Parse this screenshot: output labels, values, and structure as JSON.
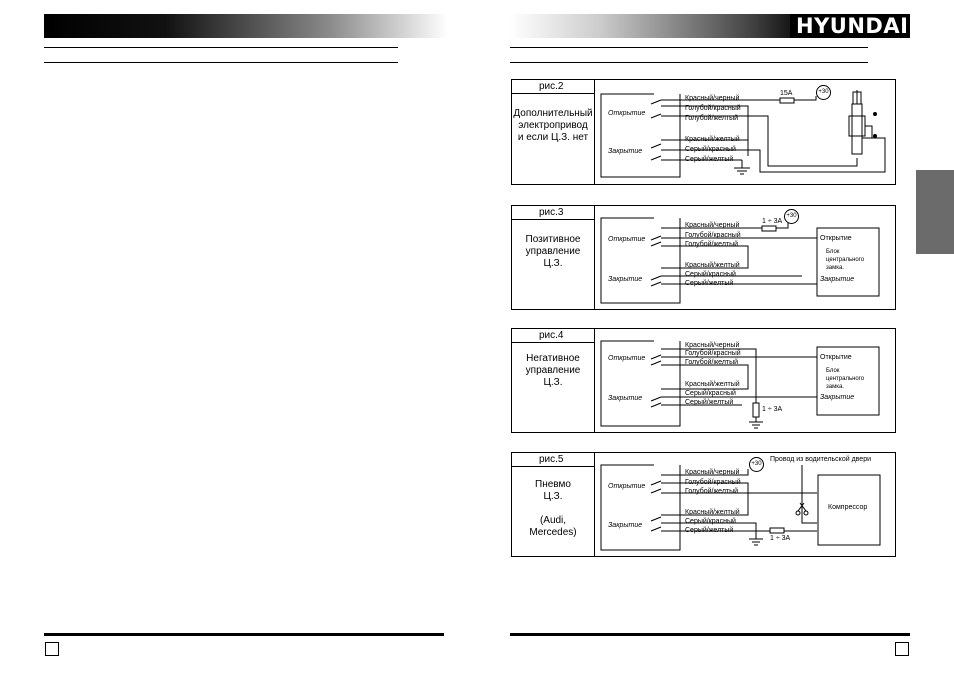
{
  "header": {
    "brand": "HYUNDAI"
  },
  "fig2": {
    "label": "рис.2",
    "desc": [
      "Дополнительный",
      "электропривод",
      "и если Ц.З. нет"
    ],
    "open": "Открытие",
    "close": "Закрытие",
    "wires": [
      "Красный/черный",
      "Голубой/красный",
      "Голубой/желтый",
      "Красный/желтый",
      "Серый/красный",
      "Серый/желтый"
    ],
    "fuse": "15A",
    "power": "+30"
  },
  "fig3": {
    "label": "рис.3",
    "desc": [
      "Позитивное",
      "управление",
      "Ц.З."
    ],
    "open": "Открытие",
    "close": "Закрытие",
    "wires": [
      "Красный/черный",
      "Голубой/красный",
      "Голубой/желтый",
      "Красный/желтый",
      "Серый/красный",
      "Серый/желтый"
    ],
    "fuse": "1 ÷ 3A",
    "power": "+30",
    "block_open": "Открытие",
    "block_name": [
      "Блок",
      "центрального",
      "замка."
    ],
    "block_close": "Закрытие"
  },
  "fig4": {
    "label": "рис.4",
    "desc": [
      "Негативное",
      "управление",
      "Ц.З."
    ],
    "open": "Открытие",
    "close": "Закрытие",
    "wires": [
      "Красный/черный",
      "Голубой/красный",
      "Голубой/желтый",
      "Красный/желтый",
      "Серый/красный",
      "Серый/желтый"
    ],
    "fuse": "1 ÷ 3A",
    "block_open": "Открытие",
    "block_name": [
      "Блок",
      "центрального",
      "замка."
    ],
    "block_close": "Закрытие"
  },
  "fig5": {
    "label": "рис.5",
    "desc": [
      "Пневмо",
      "Ц.З.",
      "",
      "(Audi,",
      "Mercedes)"
    ],
    "open": "Открытие",
    "close": "Закрытие",
    "wires": [
      "Красный/черный",
      "Голубой/красный",
      "Голубой/желтый",
      "Красный/желтый",
      "Серый/красный",
      "Серый/желтый"
    ],
    "fuse": "1 ÷ 3A",
    "power": "+30",
    "driver_door": "Провод из водительской двери",
    "compressor": "Компрессор"
  }
}
